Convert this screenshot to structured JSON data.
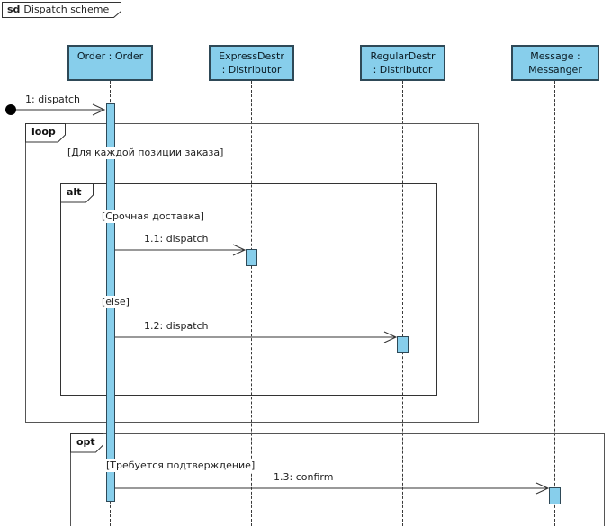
{
  "title": {
    "keyword": "sd",
    "name": "Dispatch scheme"
  },
  "participants": [
    {
      "name": "Order : Order",
      "lines": [
        "Order : Order"
      ]
    },
    {
      "name": "ExpressDestr : Distributor",
      "lines": [
        "ExpressDestr",
        ": Distributor"
      ]
    },
    {
      "name": "RegularDestr : Distributor",
      "lines": [
        "RegularDestr",
        ": Distributor"
      ]
    },
    {
      "name": "Message : Messanger",
      "lines": [
        "Message :",
        "Messanger"
      ]
    }
  ],
  "fragments": [
    {
      "operator": "loop",
      "guard": "[Для каждой позиции заказа]"
    },
    {
      "operator": "alt",
      "guard": "[Срочная доставка]",
      "else_guard": "[else]"
    },
    {
      "operator": "opt",
      "guard": "[Требуется подтверждение]"
    }
  ],
  "messages": [
    {
      "label": "1: dispatch"
    },
    {
      "label": "1.1: dispatch"
    },
    {
      "label": "1.2: dispatch"
    },
    {
      "label": "1.3: confirm"
    }
  ],
  "colors": {
    "lifeline_fill": "#87CEEB",
    "lifeline_border": "#2E4957",
    "frame_border": "#555555",
    "alt_border": "#333333",
    "line_color": "#333333",
    "text_color": "#1F1F1F",
    "background": "#FFFFFF"
  }
}
